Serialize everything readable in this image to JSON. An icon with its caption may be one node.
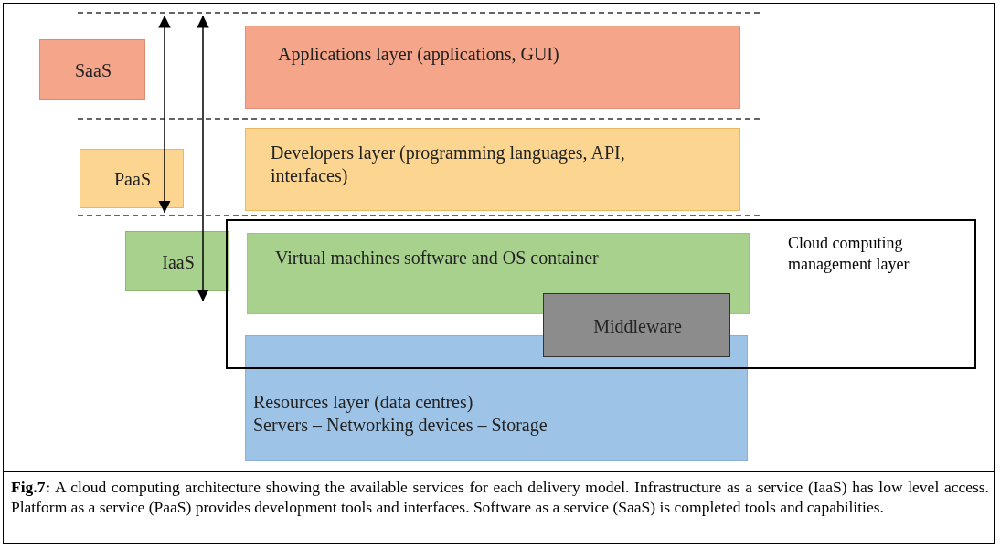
{
  "diagram": {
    "caption": "**Fig.7:** A cloud computing architecture showing the available services for each delivery model. Infrastructure as a service (IaaS) has low level access.  Platform as a service (PaaS) provides development tools and interfaces. Software as a service (SaaS) is completed tools and capabilities.",
    "nodes": [
      {
        "text": [
          "SaaS"
        ]
      },
      {
        "text": [
          "Applications layer (applications, GUI)"
        ]
      },
      {
        "text": [
          "PaaS"
        ]
      },
      {
        "text": [
          "Developers layer (programming languages, API, interfaces)"
        ]
      },
      {
        "text": [
          "IaaS"
        ]
      },
      {
        "text": [
          "Cloud computing management layer"
        ]
      },
      {
        "text": [
          "Virtual machines software and OS container"
        ],
        "in": 5
      },
      {
        "text": [
          "Middleware"
        ],
        "in": 5
      },
      {
        "text": [
          "Resources layer (data centres)",
          "Servers – Networking devices – Storage"
        ]
      }
    ]
  }
}
